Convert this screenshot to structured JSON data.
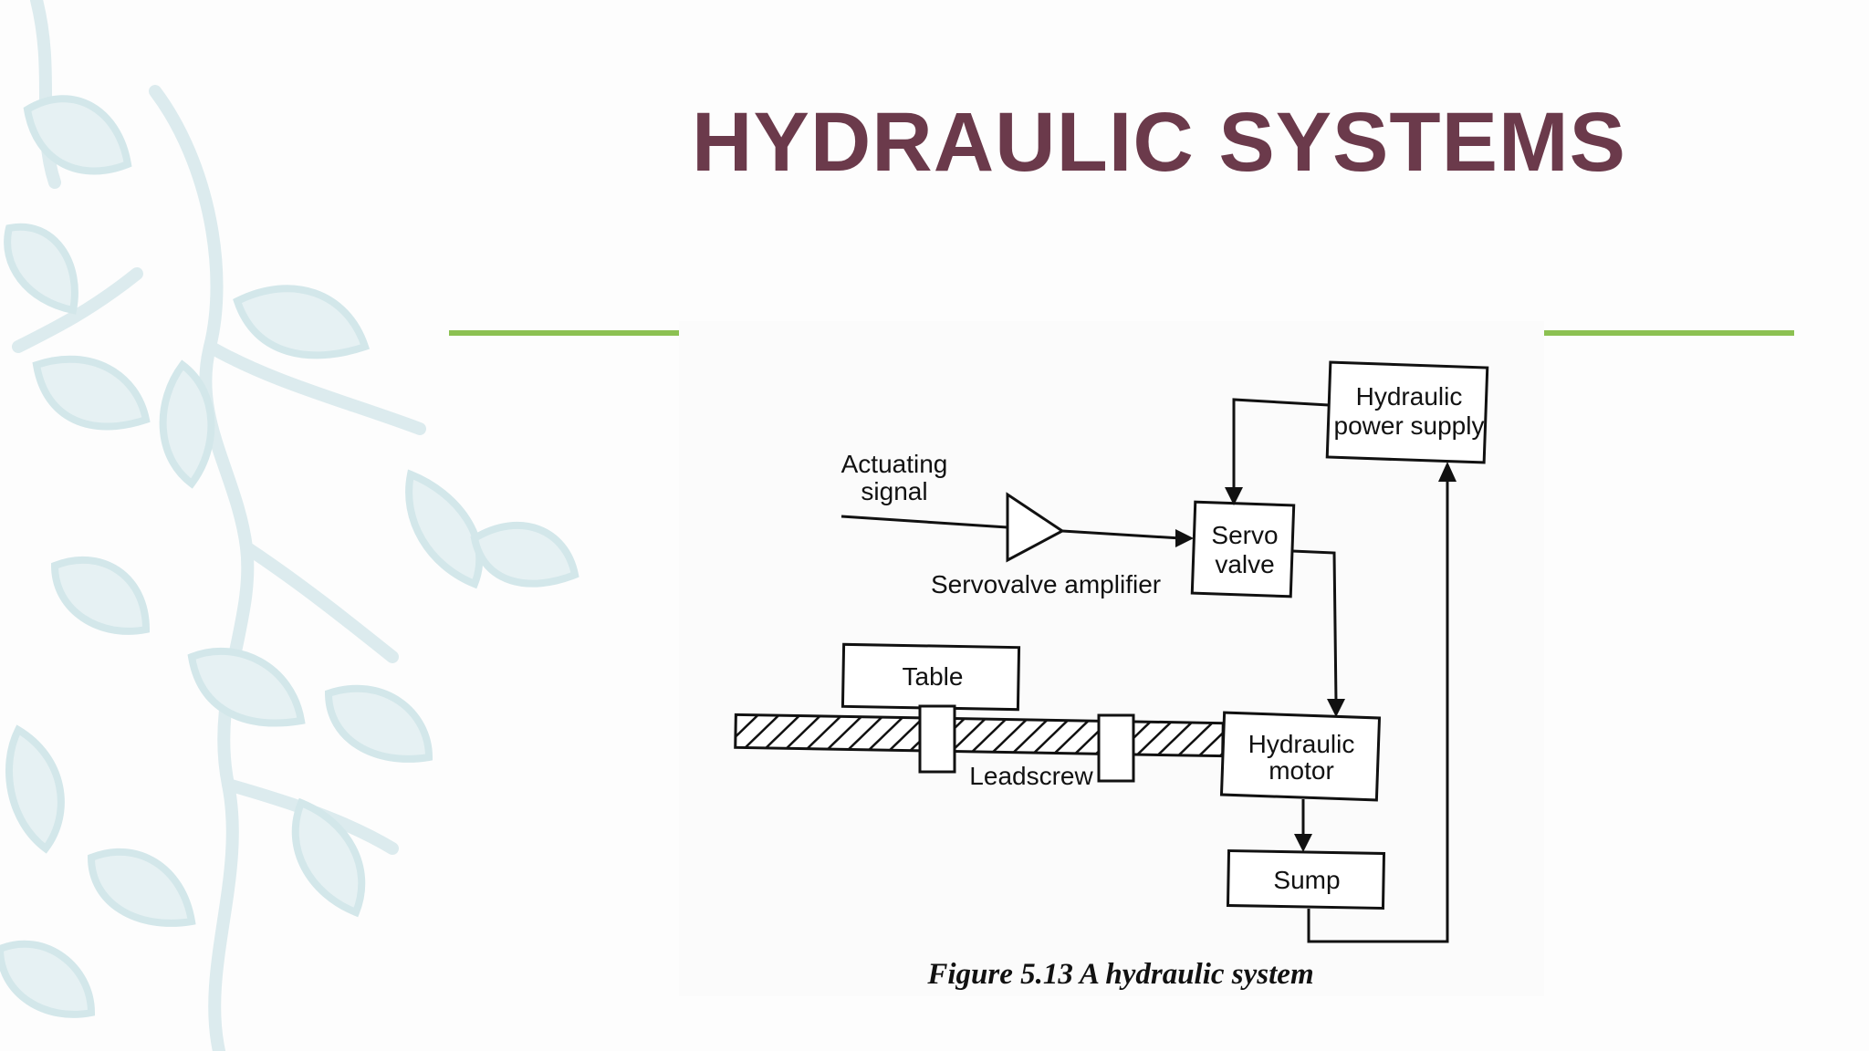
{
  "slide": {
    "title": "HYDRAULIC SYSTEMS",
    "accent_color": "#6b3a4b",
    "rule_color": "#8cc152",
    "decoration": "leaf-vine-watermark"
  },
  "diagram": {
    "blocks": {
      "hydraulic_power_supply": {
        "line1": "Hydraulic",
        "line2": "power supply"
      },
      "servo_valve": {
        "line1": "Servo",
        "line2": "valve"
      },
      "table": "Table",
      "hydraulic_motor": {
        "line1": "Hydraulic",
        "line2": "motor"
      },
      "sump": "Sump"
    },
    "labels": {
      "actuating_signal": {
        "line1": "Actuating",
        "line2": "signal"
      },
      "servovalve_amplifier": "Servovalve amplifier",
      "leadscrew": "Leadscrew"
    },
    "caption": "Figure 5.13 A hydraulic system"
  }
}
